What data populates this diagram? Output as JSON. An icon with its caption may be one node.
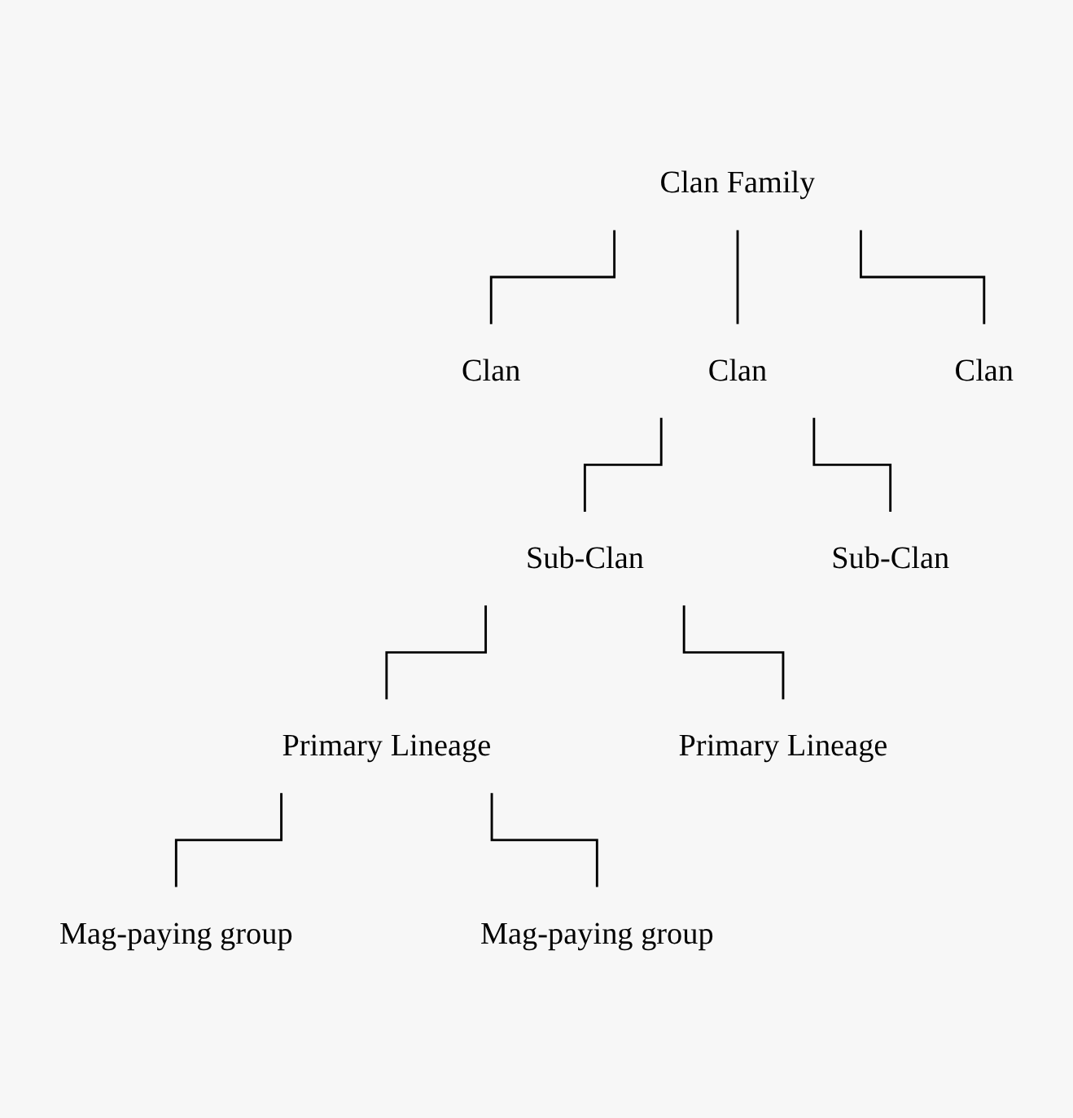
{
  "diagram": {
    "nodes": [
      {
        "text": [
          "Clan Family"
        ]
      },
      {
        "text": [
          "Clan"
        ]
      },
      {
        "text": [
          "Clan"
        ]
      },
      {
        "text": [
          "Clan"
        ]
      },
      {
        "text": [
          "Sub-Clan"
        ]
      },
      {
        "text": [
          "Sub-Clan"
        ]
      },
      {
        "text": [
          "Primary Lineage"
        ]
      },
      {
        "text": [
          "Primary Lineage"
        ]
      },
      {
        "text": [
          "Mag-paying group"
        ]
      },
      {
        "text": [
          "Mag-paying group"
        ]
      }
    ],
    "edges": [
      {
        "from": 0,
        "to": 1,
        "arrow": "none"
      },
      {
        "from": 0,
        "to": 2,
        "arrow": "none"
      },
      {
        "from": 0,
        "to": 3,
        "arrow": "none"
      },
      {
        "from": 2,
        "to": 4,
        "arrow": "none"
      },
      {
        "from": 2,
        "to": 5,
        "arrow": "none"
      },
      {
        "from": 4,
        "to": 6,
        "arrow": "none"
      },
      {
        "from": 4,
        "to": 7,
        "arrow": "none"
      },
      {
        "from": 6,
        "to": 8,
        "arrow": "none"
      },
      {
        "from": 6,
        "to": 9,
        "arrow": "none"
      }
    ]
  }
}
